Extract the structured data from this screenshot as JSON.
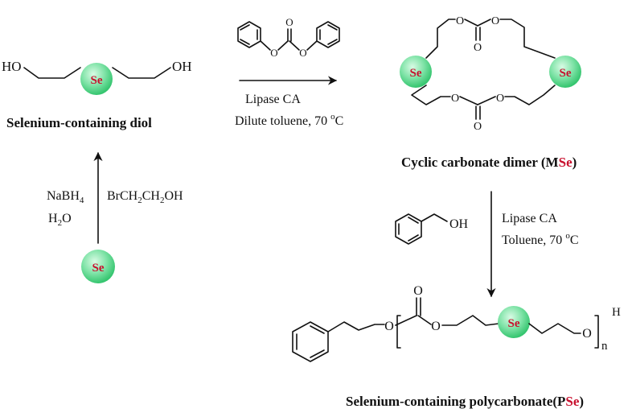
{
  "labels": {
    "diol_title": "Selenium-containing diol",
    "dimer_title_pre": "Cyclic carbonate dimer (M",
    "dimer_title_se": "Se",
    "dimer_title_post": ")",
    "poly_title_pre": "Selenium-containing polycarbonate(P",
    "poly_title_se": "Se",
    "poly_title_post": ")",
    "ho_left": "HO",
    "oh_right": "OH",
    "se": "Se",
    "o": "O",
    "oh": "OH",
    "h": "H",
    "n": "n"
  },
  "steps": {
    "step1": {
      "reagent1": "Lipase CA",
      "reagent2_pre": "Dilute toluene, 70 ",
      "reagent2_sup": "o",
      "reagent2_post": "C"
    },
    "step2": {
      "reagent1": "Lipase CA",
      "reagent2_pre": "Toluene, 70 ",
      "reagent2_sup": "o",
      "reagent2_post": "C"
    },
    "step0": {
      "left1_pre": "NaBH",
      "left1_sub": "4",
      "left2_pre": "H",
      "left2_sub": "2",
      "left2_post": "O",
      "right_a": "BrCH",
      "right_sub1": "2",
      "right_b": "CH",
      "right_sub2": "2",
      "right_c": "OH"
    }
  },
  "colors": {
    "se_ball_center": "#c9f5d8",
    "se_ball_edge": "#3fd07a",
    "se_text": "#c8102e",
    "ink": "#111111"
  }
}
